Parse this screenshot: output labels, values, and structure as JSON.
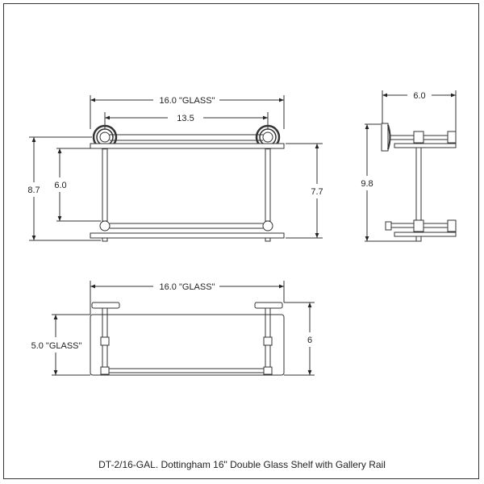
{
  "caption": "DT-2/16-GAL. Dottingham 16\" Double Glass Shelf with Gallery Rail",
  "front_view": {
    "width_label": "16.0 \"GLASS\"",
    "rail_span_label": "13.5",
    "overall_height_label": "8.7",
    "shelf_spacing_label": "6.0",
    "right_height_label": "7.7"
  },
  "side_view": {
    "depth_label": "6.0",
    "height_label": "9.8"
  },
  "top_view": {
    "width_label": "16.0 \"GLASS\"",
    "glass_depth_label": "5.0 \"GLASS\"",
    "overall_depth_label": "6"
  },
  "colors": {
    "line": "#333333",
    "background": "#ffffff"
  }
}
